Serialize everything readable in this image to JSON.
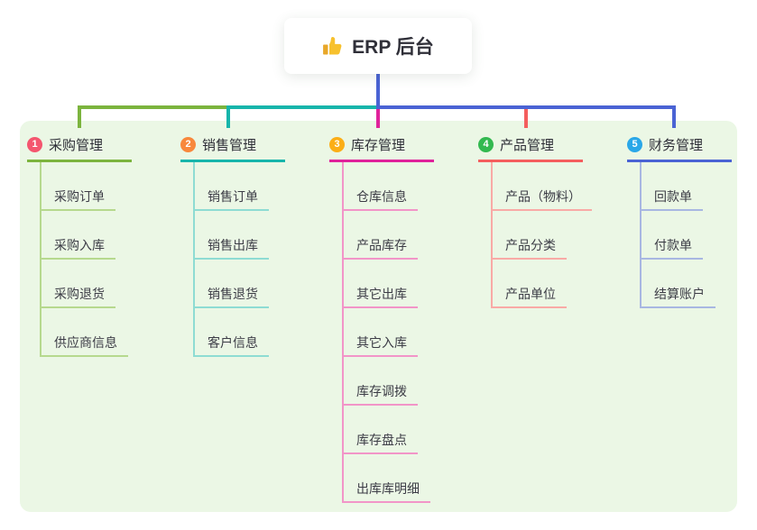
{
  "root": {
    "icon": "thumbs-up",
    "label": "ERP 后台"
  },
  "colors": {
    "page_bg": "#ffffff",
    "panel_bg": "#ebf7e5",
    "trunk": "#4a63d4",
    "root_text": "#2f2f38",
    "header_text": "#2f2f38",
    "child_text": "#3c3c46",
    "badge_text": "#ffffff",
    "thumb_yellow": "#f7c12e",
    "thumb_cuff": "#e8a72a"
  },
  "branches": [
    {
      "num": "1",
      "label": "采购管理",
      "badge_color": "#f4566f",
      "line_color": "#7cb43e",
      "child_line_color": "#b6d98e",
      "children": [
        "采购订单",
        "采购入库",
        "采购退货",
        "供应商信息"
      ]
    },
    {
      "num": "2",
      "label": "销售管理",
      "badge_color": "#f8883c",
      "line_color": "#17b5ab",
      "child_line_color": "#8edcd3",
      "children": [
        "销售订单",
        "销售出库",
        "销售退货",
        "客户信息"
      ]
    },
    {
      "num": "3",
      "label": "库存管理",
      "badge_color": "#fbae17",
      "line_color": "#e0229b",
      "child_line_color": "#f295c8",
      "children": [
        "仓库信息",
        "产品库存",
        "其它出库",
        "其它入库",
        "库存调拨",
        "库存盘点",
        "出库库明细"
      ]
    },
    {
      "num": "4",
      "label": "产品管理",
      "badge_color": "#33b950",
      "line_color": "#f45e5e",
      "child_line_color": "#f9aaa6",
      "children": [
        "产品（物料）",
        "产品分类",
        "产品单位"
      ]
    },
    {
      "num": "5",
      "label": "财务管理",
      "badge_color": "#2aa7e8",
      "line_color": "#4a63d4",
      "child_line_color": "#a8b7e2",
      "children": [
        "回款单",
        "付款单",
        "结算账户"
      ]
    }
  ]
}
